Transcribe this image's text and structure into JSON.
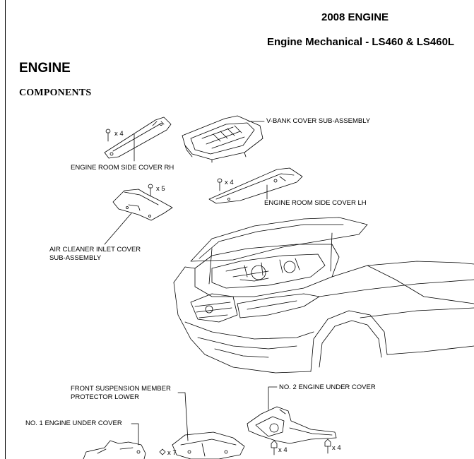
{
  "header": {
    "line1": "2008 ENGINE",
    "line2": "Engine Mechanical - LS460 & LS460L"
  },
  "section_title": "ENGINE",
  "subsection_title": "COMPONENTS",
  "labels": {
    "vbank_cover": "V-BANK COVER SUB-ASSEMBLY",
    "side_cover_rh": "ENGINE ROOM SIDE COVER RH",
    "side_cover_lh": "ENGINE ROOM SIDE COVER LH",
    "air_cleaner_1": "AIR CLEANER INLET COVER",
    "air_cleaner_2": "SUB-ASSEMBLY",
    "front_susp_1": "FRONT SUSPENSION MEMBER",
    "front_susp_2": "PROTECTOR LOWER",
    "no2_under_cover": "NO. 2 ENGINE UNDER COVER",
    "no1_under_cover": "NO. 1 ENGINE UNDER COVER"
  },
  "quantities": {
    "rh_clips": "x 4",
    "air_clips": "x 5",
    "lh_clips": "x 4",
    "front_clips": "x 7",
    "no2_bolts_a": "x 4",
    "no2_bolts_b": "x 4"
  }
}
